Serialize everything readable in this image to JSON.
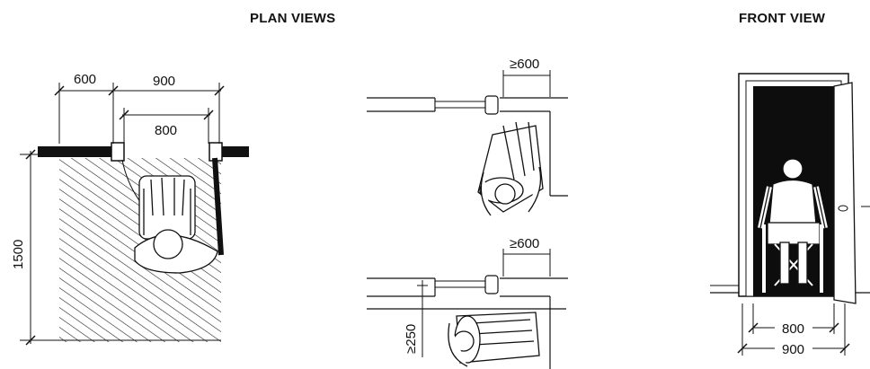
{
  "headings": {
    "plan_views": "PLAN VIEWS",
    "front_view": "FRONT VIEW"
  },
  "plan_view_1": {
    "dim_side": "600",
    "dim_door_frame": "900",
    "dim_clear_opening": "800",
    "dim_depth": "1500"
  },
  "plan_view_2": {
    "dim_latch_side": "≥600"
  },
  "plan_view_3": {
    "dim_latch_side": "≥600",
    "dim_recess": "≥250"
  },
  "front_view": {
    "dim_clear_opening": "800",
    "dim_frame": "900"
  }
}
